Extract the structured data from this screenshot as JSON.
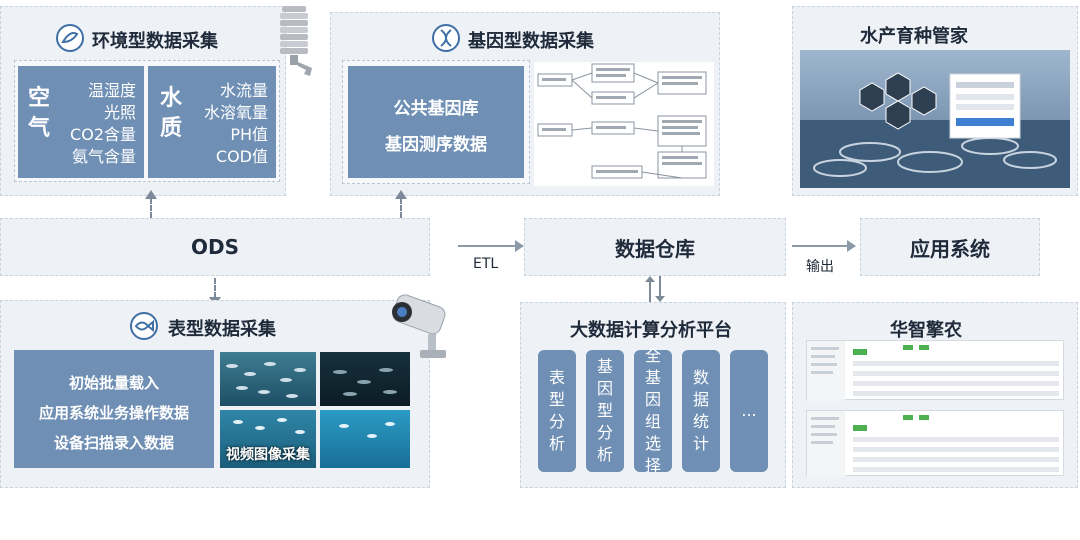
{
  "env": {
    "title": "环境型数据采集",
    "air_label": "空\n气",
    "air_items": [
      "温湿度",
      "光照",
      "CO2含量",
      "氨气含量"
    ],
    "water_label": "水\n质",
    "water_items": [
      "水流量",
      "水溶氧量",
      "PH值",
      "COD值"
    ]
  },
  "gene": {
    "title": "基因型数据采集",
    "box_lines": [
      "公共基因库",
      "基因测序数据"
    ]
  },
  "aqua": {
    "title": "水产育种管家"
  },
  "ods": {
    "label": "ODS"
  },
  "etl": {
    "label": "ETL"
  },
  "warehouse": {
    "label": "数据仓库"
  },
  "output": {
    "label": "输出"
  },
  "app": {
    "label": "应用系统"
  },
  "pheno": {
    "title": "表型数据采集",
    "lines": [
      "初始批量载入",
      "应用系统业务操作数据",
      "设备扫描录入数据"
    ],
    "video_label": "视频图像采集"
  },
  "bigdata": {
    "title": "大数据计算分析平台",
    "pills": [
      "表型分析",
      "基因型分析",
      "全基因组选择",
      "数据统计",
      "..."
    ]
  },
  "huazhi": {
    "title": "华智擎农"
  },
  "colors": {
    "panel": "#eef2f7",
    "accent": "#6f8fb5",
    "border": "#c9d3de",
    "icon": "#3f6fa5"
  }
}
